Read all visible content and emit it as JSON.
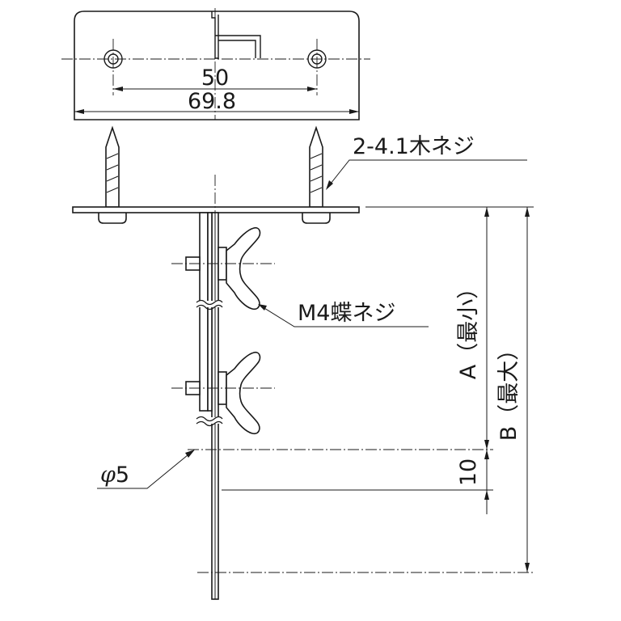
{
  "labels": {
    "dim_hole_pitch": "50",
    "dim_plate_width": "69.8",
    "wood_screw": "2-4.1木ネジ",
    "wing_screw": "M4蝶ネジ",
    "dim_a": "A（最小）",
    "dim_b": "B（最大）",
    "dim_10": "10",
    "diameter_symbol": "φ",
    "diameter_value": "5"
  }
}
